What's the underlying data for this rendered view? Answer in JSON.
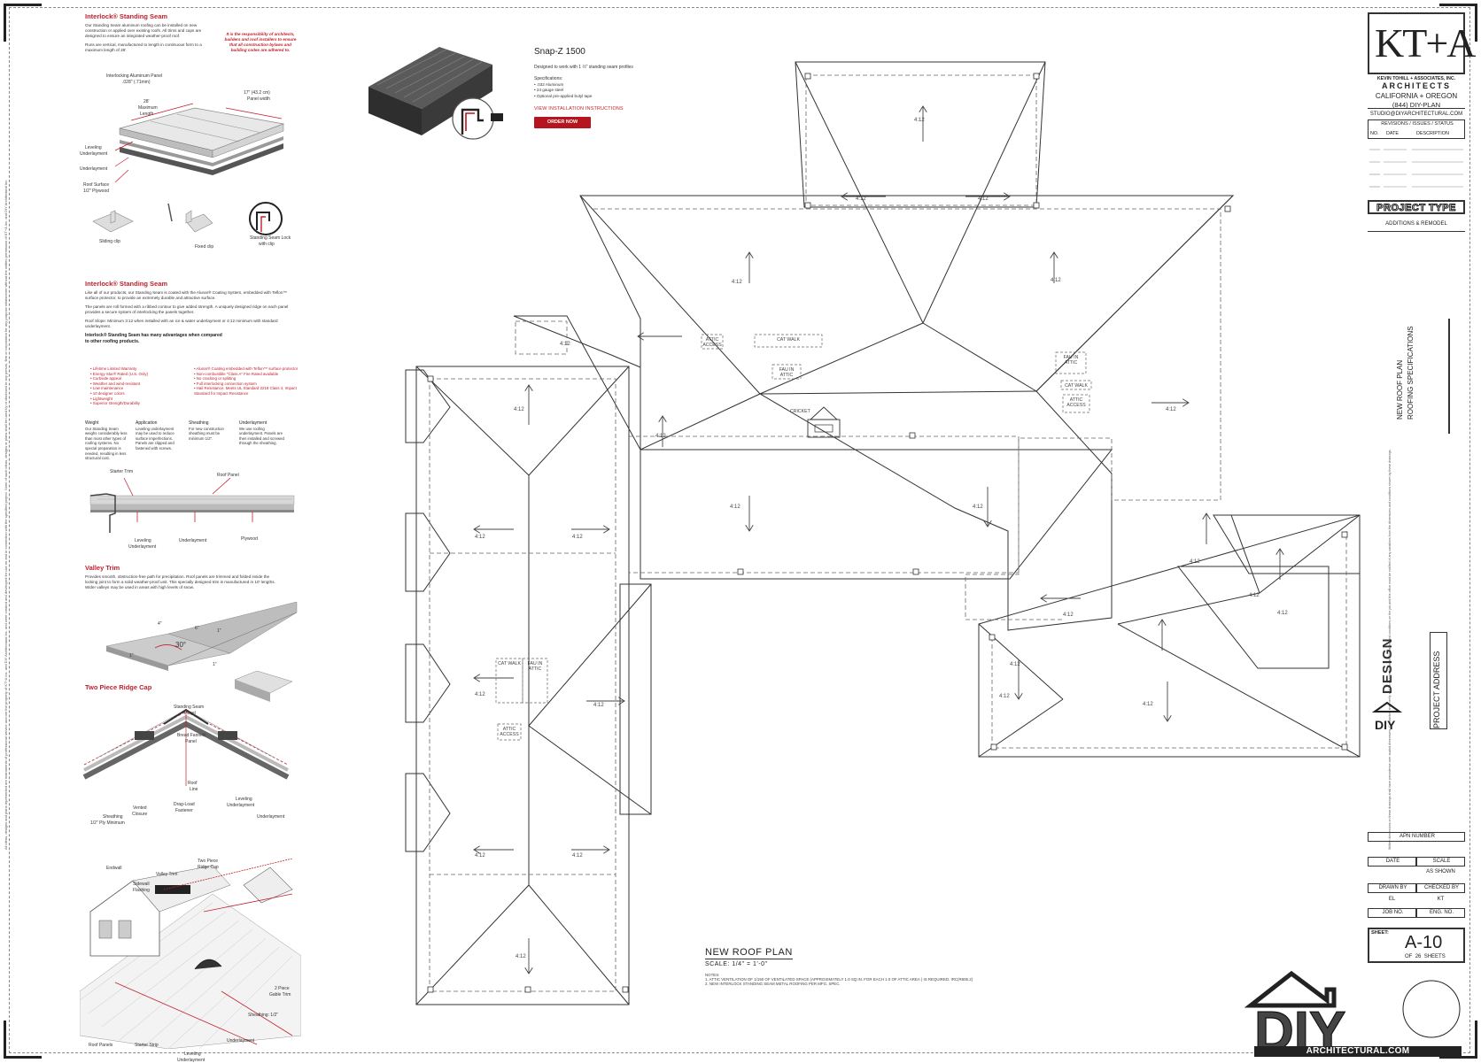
{
  "left_panel": {
    "section1": {
      "title": "Interlock® Standing Seam",
      "p1": "Our Standing Seam aluminum roofing can be installed on new construction or applied over existing roofs. All trims and caps are designed to ensure an integrated weather-proof roof.",
      "p2": "Runs are vertical, manufactured to length in continuous form to a maximum length of 28'.",
      "note": "It is the responsibility of architects, builders and roof installers to ensure that all construction bylaws and building codes are adhered to.",
      "panel_caption_1": "Interlocking Aluminum Panel",
      "panel_caption_2": ".028\" (.71mm)",
      "labels": {
        "panel_width_1": "17\" (43.2 cm)",
        "panel_width_2": "Panel width",
        "max_length_1": "28'",
        "max_length_2": "Maximum",
        "max_length_3": "Length",
        "leveling_1": "Leveling",
        "leveling_2": "Underlayment",
        "underlayment": "Underlayment",
        "roof_surface_1": "Roof Surface",
        "roof_surface_2": "1/2\" Plywood",
        "sliding_clip": "Sliding clip",
        "fixed_clip": "Fixed clip",
        "ss_lock_1": "Standing Seam Lock",
        "ss_lock_2": "with clip"
      }
    },
    "section2": {
      "title": "Interlock® Standing Seam",
      "p1": "Like all of our products, our Standing Seam is coated with the Alunar® Coating System, embedded with Teflon™ surface protector, to provide an extremely durable and attractive surface.",
      "p2": "The panels are roll formed with a ribbed contour to give added strength. A uniquely designed ridge on each panel provides a secure system of interlocking the panels together.",
      "p3": "Roof Slope: Minimum 3:12 when installed with an ice & water underlayment or 4:12 minimum with standard underlayment.",
      "adv_title_1": "Interlock® Standing Seam has many advantages when compared",
      "adv_title_2": "to other roofing products.",
      "bullets_left": [
        "Lifetime Limited Warranty",
        "Energy Star® Rated (U.S. Only)",
        "Curbside appeal",
        "Weather and wind-resistant",
        "Low maintenance",
        "10 designer colors",
        "Lightweight",
        "Superior strength/Durability"
      ],
      "bullets_right": [
        "Alunar® Coating embedded with Teflon™ surface protector",
        "Non-combustible \"Class A\" Fire Rated available",
        "No cracking or splitting",
        "Full interlocking connection system",
        "Hail Resistance: Meets UL Standard 2218 Class 4, Impact Standard for Impact Resistance"
      ],
      "cols": [
        {
          "h": "Weight",
          "t": "Our Standing Seam weighs considerably less than most other types of roofing systems. No special preparation is needed, resulting in less structural cost."
        },
        {
          "h": "Application",
          "t": "Leveling underlayment may be used to reduce surface imperfections. Panels are clipped and fastened with screws."
        },
        {
          "h": "Sheathing",
          "t": "For new construction sheathing must be minimum 1/2\"."
        },
        {
          "h": "Underlayment",
          "t": "We use roofing underlayment. Panels are then installed and screwed through the sheathing."
        }
      ],
      "labels": {
        "starter_trim": "Starter Trim",
        "roof_panel": "Roof Panel",
        "leveling_1": "Leveling",
        "leveling_2": "Underlayment",
        "underlayment": "Underlayment",
        "plywood": "Plywood"
      }
    },
    "section3": {
      "title": "Valley Trim",
      "p1": "Provides smooth, obstruction-free path for precipitation. Roof panels are trimmed and folded inside the locking joint to form a solid weather-proof unit. This specially designed trim is manufactured in 10' lengths. Wider valleys may be used in areas with high levels of snow.",
      "dims": {
        "a": "4\"",
        "b": "6\"",
        "c": "1\"",
        "d": "30°",
        "e": "1\"",
        "f": "1\""
      }
    },
    "section4": {
      "title": "Two Piece Ridge Cap",
      "labels": {
        "ss_panel_1": "Standing Seam",
        "ss_panel_2": "Panel",
        "bread_1": "Bread Fanned",
        "bread_2": "Panel",
        "roof_line_1": "Roof",
        "roof_line_2": "Line",
        "vented_1": "Vented",
        "vented_2": "Closure",
        "drag_1": "Drag-Load",
        "drag_2": "Fastener",
        "leveling_1": "Leveling",
        "leveling_2": "Underlayment",
        "underlayment": "Underlayment",
        "sheathing_1": "Sheathing",
        "sheathing_2": "1/2\" Ply Minimum"
      }
    },
    "section5": {
      "labels": {
        "endwall": "Endwall",
        "sidewall_1": "Sidewall",
        "sidewall_2": "Flashing",
        "valley_trim": "Valley Trim",
        "two_piece_1": "Two Piece",
        "two_piece_2": "Ridge Cap",
        "gable_1": "2 Piece",
        "gable_2": "Gable Trim",
        "sheathing": "Sheathing: 1/2\"",
        "underlayment": "Underlayment",
        "roof_panels": "Roof Panels",
        "starter_strip": "Starter Strip",
        "leveling_1": "Leveling",
        "leveling_2": "Underlayment"
      }
    }
  },
  "product": {
    "title": "Snap-Z 1500",
    "subtitle": "Designed to work with 1 ½\" standing seam profiles",
    "spec_heading": "Specifications:",
    "specs": [
      ".032 Aluminum",
      "24 gauge steel",
      "Optional pre-applied butyl tape"
    ],
    "link": "VIEW INSTALLATION INSTRUCTIONS",
    "button": "ORDER NOW"
  },
  "plan": {
    "slope": "4:12",
    "labels": {
      "cricket": "CRICKET",
      "cat_walk": "CAT WALK",
      "attic_access_1": "ATTIC",
      "attic_access_2": "ACCESS",
      "fau_1": "FAU IN",
      "fau_2": "ATTIC"
    },
    "title": "NEW ROOF PLAN",
    "scale": "SCALE:  1/4\" = 1'-0\"",
    "notes_heading": "NOTES:",
    "notes": [
      "1.    ATTIC VENTILATION OF 1/150 OF VENTILATED SPACE (APPROXIMATELY 1.0 SQ.IN. FOR EACH 1.0 OF ATTIC AREA ) IS REQUIRED. IRC(R806.2)",
      "2.    NEW INTERLOCK STANDING SEAM METAL ROOFING PER MFG. SPEC."
    ]
  },
  "title_block": {
    "logo_letters": "KT+A",
    "firm": "KEVIN TOHILL + ASSOCIATES, INC.",
    "architects": "ARCHITECTS",
    "states": "CALIFORNIA + OREGON",
    "phone": "(844) DIY-PLAN",
    "email": "STUDIO@DIYARCHITECTURAL.COM",
    "revisions_title": "REVISIONS / ISSUES / STATUS",
    "rev_cols": [
      "NO.",
      "DATE",
      "DESCRIPTION"
    ],
    "project_type": "PROJECT TYPE",
    "project_type_value": "ADDITIONS & REMODEL",
    "sheet_title_1": "NEW ROOF PLAN",
    "sheet_title_2": "ROOFING SPECIFICATIONS",
    "diy_design": "DESIGN",
    "project_address": "PROJECT ADDRESS",
    "apn": "APN NUMBER",
    "date_label": "DATE",
    "scale_label": "SCALE",
    "scale_value": "AS SHOWN",
    "drawn_by_label": "DRAWN BY",
    "checked_by_label": "CHECKED BY",
    "drawn_by": "EL",
    "checked_by": "KT",
    "job_no": "JOB NO.",
    "eng_no": "ENG. NO.",
    "sheet_label": "SHEET:",
    "sheet_num": "A-10",
    "sheet_of_pre": "OF",
    "sheet_total": "26",
    "sheet_of_post": "SHEETS",
    "diy_logo": "DIY",
    "diy_site": "ARCHITECTURAL.COM"
  },
  "margin_notes": {
    "left": "All ideas, designs and plans represented are instruments of professional service and are the property of KT+A Inc. and DIY Architectural Inc. and were created and developed for use on and in connection with the specified project. None of such ideas, designs or plans shall be used by or disclosed to any person, firm or corporation for any purpose whatsoever without the written permission of KT+A Inc. and DIY Architectural Inc.",
    "right": "Written dimensions on these drawings shall have precedence over scaled dimensions. Contractors shall verify and be responsible for all dimensions and conditions on the job and this office must be notified of any variations from the dimensions and conditions shown by these drawings."
  }
}
